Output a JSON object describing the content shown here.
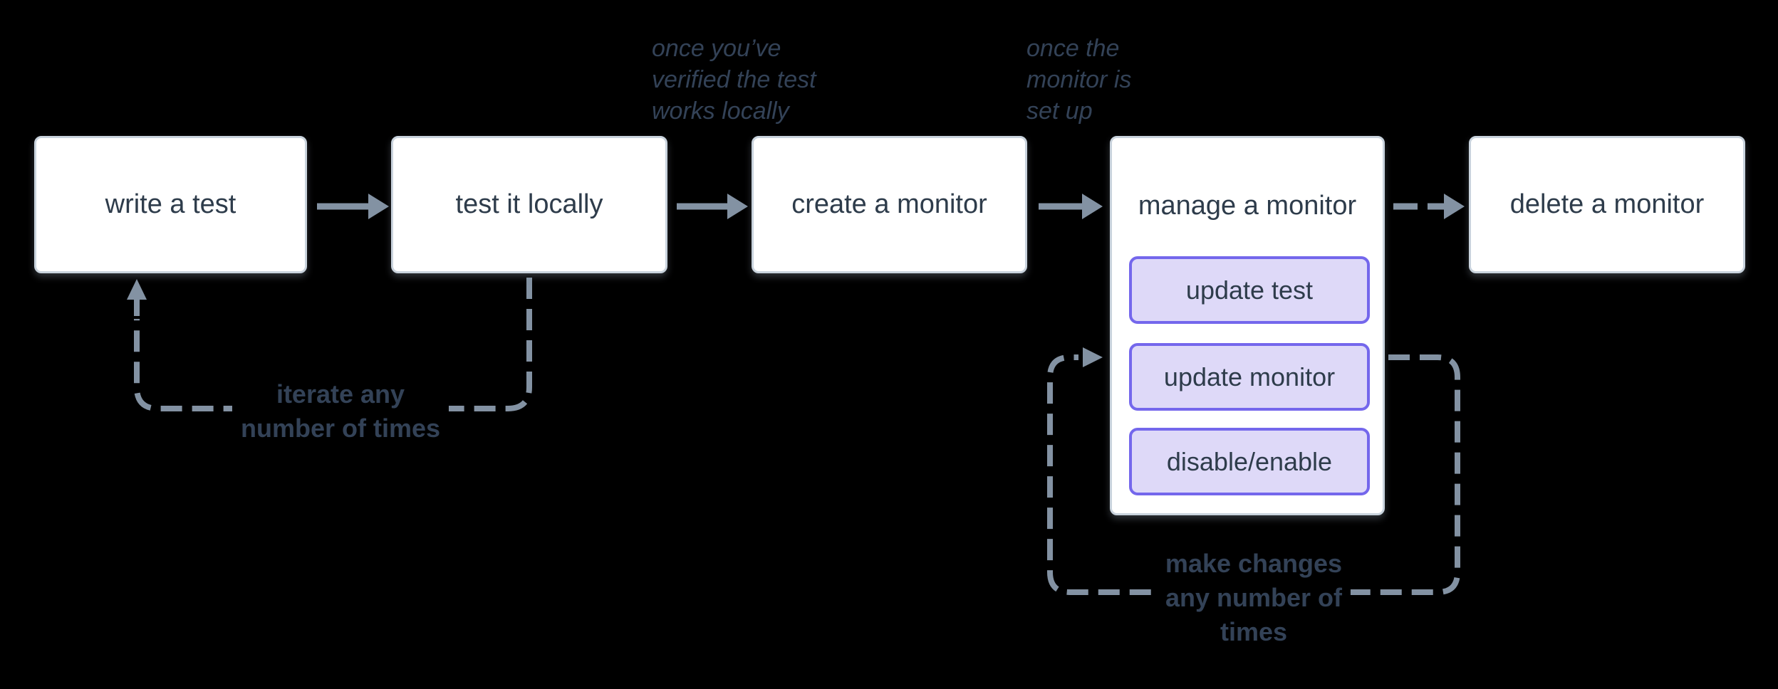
{
  "colors": {
    "background": "#000000",
    "node_fill": "#ffffff",
    "node_border": "#c9d3dd",
    "node_text": "#2e3c4b",
    "subnode_fill": "#ded9f8",
    "subnode_border": "#7467ec",
    "arrow": "#8392a3",
    "annotation_text": "#334257"
  },
  "flow": {
    "nodes": [
      {
        "id": "write-test",
        "label": "write a test"
      },
      {
        "id": "test-locally",
        "label": "test it locally"
      },
      {
        "id": "create-monitor",
        "label": "create a monitor"
      },
      {
        "id": "manage-monitor",
        "label": "manage a monitor",
        "children": [
          {
            "label": "update test"
          },
          {
            "label": "update monitor"
          },
          {
            "label": "disable/enable"
          }
        ]
      },
      {
        "id": "delete-monitor",
        "label": "delete a monitor"
      }
    ],
    "edges": [
      {
        "from": "write-test",
        "to": "test-locally",
        "style": "solid"
      },
      {
        "from": "test-locally",
        "to": "create-monitor",
        "style": "solid",
        "annotation": "once you’ve verified the test works locally"
      },
      {
        "from": "create-monitor",
        "to": "manage-monitor",
        "style": "solid",
        "annotation": "once the monitor is set up"
      },
      {
        "from": "manage-monitor",
        "to": "delete-monitor",
        "style": "dashed"
      },
      {
        "from": "test-locally",
        "to": "write-test",
        "style": "dashed-loop",
        "label": "iterate any number of times"
      },
      {
        "from": "manage-monitor",
        "to": "manage-monitor",
        "style": "dashed-loop",
        "label": "make changes any number of times"
      }
    ]
  },
  "annotations": [
    {
      "lines": [
        "once you’ve",
        "verified the test",
        "works locally"
      ]
    },
    {
      "lines": [
        "once the",
        "monitor is",
        "set up"
      ]
    }
  ],
  "loop_labels": [
    {
      "lines": [
        "iterate any",
        "number of times"
      ]
    },
    {
      "lines": [
        "make changes",
        "any number of",
        "times"
      ]
    }
  ]
}
